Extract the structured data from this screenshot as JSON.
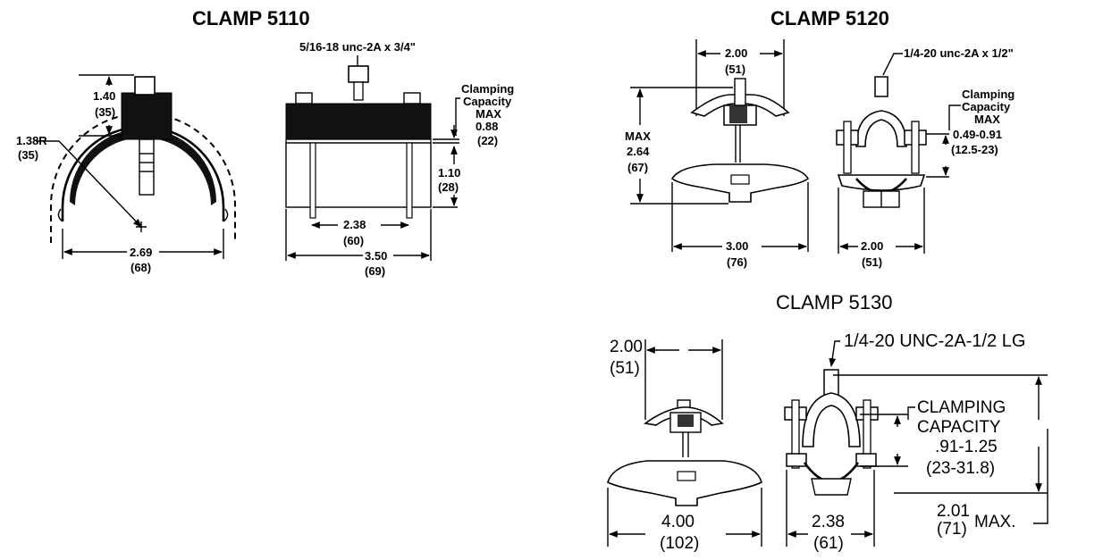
{
  "clamp_5110": {
    "title": "CLAMP 5110",
    "bolt_callout": "5/16-18 unc-2A x 3/4\"",
    "dim_height": "1.40",
    "dim_height_mm": "(35)",
    "radius": "1.38R",
    "radius_mm": "(35)",
    "width": "2.69",
    "width_mm": "(68)",
    "cap_label_1": "Clamping",
    "cap_label_2": "Capacity",
    "cap_label_3": "MAX",
    "cap_value": "0.88",
    "cap_value_mm": "(22)",
    "dim_body": "1.10",
    "dim_body_mm": "(28)",
    "dim_inner": "2.38",
    "dim_inner_mm": "(60)",
    "dim_length": "3.50",
    "dim_length_mm": "(69)"
  },
  "clamp_5120": {
    "title": "CLAMP 5120",
    "top_width": "2.00",
    "top_width_mm": "(51)",
    "bolt_callout": "1/4-20 unc-2A x 1/2\"",
    "max_label": "MAX",
    "max_height": "2.64",
    "max_height_mm": "(67)",
    "cap_label_1": "Clamping",
    "cap_label_2": "Capacity",
    "cap_label_3": "MAX",
    "cap_value": "0.49-0.91",
    "cap_value_mm": "(12.5-23)",
    "base_width": "3.00",
    "base_width_mm": "(76)",
    "side_width": "2.00",
    "side_width_mm": "(51)"
  },
  "clamp_5130": {
    "title": "CLAMP 5130",
    "top_width": "2.00",
    "top_width_mm": "(51)",
    "bolt_callout": "1/4-20 UNC-2A-1/2 LG",
    "cap_label_1": "CLAMPING",
    "cap_label_2": "CAPACITY",
    "cap_value": ".91-1.25",
    "cap_value_mm": "(23-31.8)",
    "base_width": "4.00",
    "base_width_mm": "(102)",
    "side_width": "2.38",
    "side_width_mm": "(61)",
    "max_height": "2.01",
    "max_height_mm": "(71)",
    "max_label": "MAX."
  }
}
